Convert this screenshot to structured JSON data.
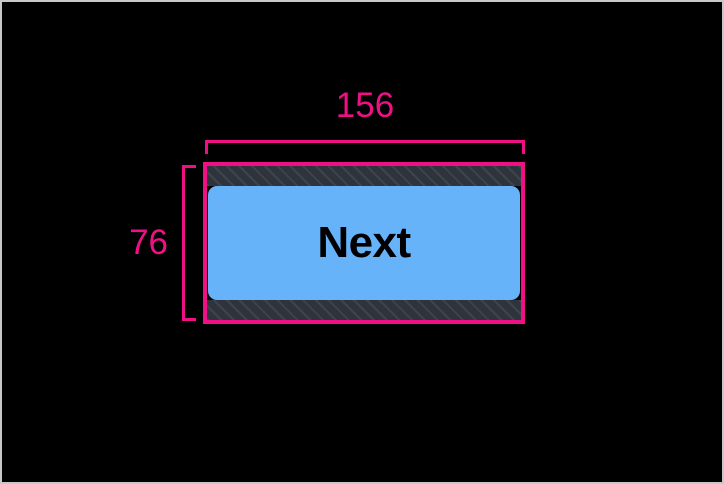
{
  "canvas": {
    "background_color": "#000000",
    "frame_color": "#c8c8c8"
  },
  "measurement": {
    "accent_color": "#F01086",
    "width_value": "156",
    "height_value": "76",
    "width_bracket_name": "width-dimension-bracket",
    "height_bracket_name": "height-dimension-bracket"
  },
  "element": {
    "type": "button",
    "label": "Next",
    "surface_color": "#67B3FA",
    "text_color": "#000000",
    "padding_band_color": "#343a43",
    "padding_band_stripe_color": "#3d444e",
    "border_color": "#F01086"
  }
}
